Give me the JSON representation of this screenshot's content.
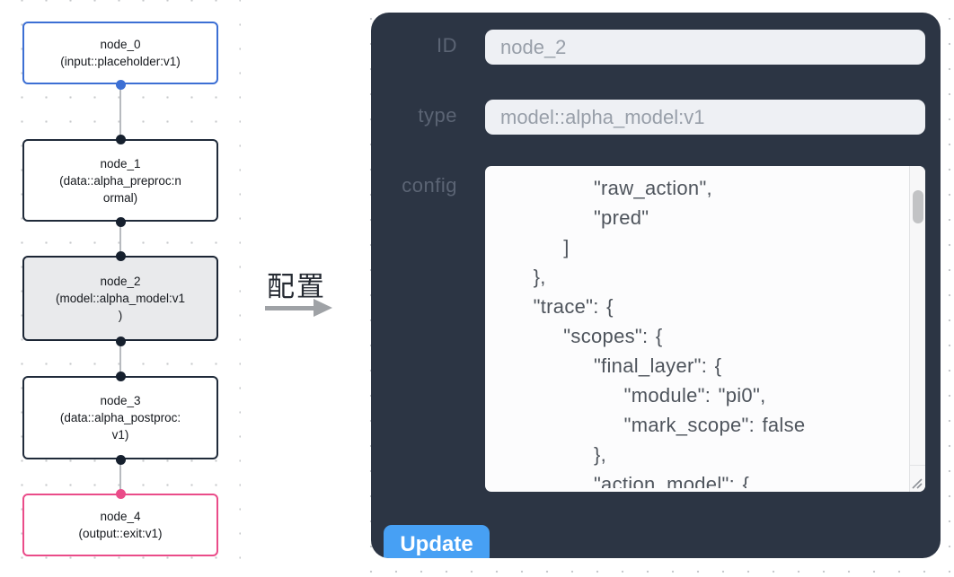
{
  "flow": {
    "nodes": [
      {
        "id": "node_0",
        "title": "node_0",
        "subtitle": "(input::placeholder:v1)",
        "accent": "#3c6fd4"
      },
      {
        "id": "node_1",
        "title": "node_1",
        "subtitle": "(data::alpha_preproc:n\normal)",
        "accent": "#202b3a"
      },
      {
        "id": "node_2",
        "title": "node_2",
        "subtitle": "(model::alpha_model:v1\n)",
        "accent": "#1b2534",
        "selected": true
      },
      {
        "id": "node_3",
        "title": "node_3",
        "subtitle": "(data::alpha_postproc:\nv1)",
        "accent": "#202b3a"
      },
      {
        "id": "node_4",
        "title": "node_4",
        "subtitle": "(output::exit:v1)",
        "accent": "#ea4c89"
      }
    ]
  },
  "transition": {
    "label": "配置"
  },
  "panel": {
    "id_label": "ID",
    "id_value": "node_2",
    "type_label": "type",
    "type_value": "model::alpha_model:v1",
    "config_label": "config",
    "config_text": "            \"raw_action\",\n            \"pred\"\n        ]\n    },\n    \"trace\": {\n        \"scopes\": {\n            \"final_layer\": {\n                \"module\": \"pi0\",\n                \"mark_scope\": false\n            },\n            \"action_model\": {",
    "update_label": "Update"
  },
  "colors": {
    "panel_bg": "#2c3544",
    "input_bg": "#eef0f4",
    "accent_blue": "#3c6fd4",
    "accent_pink": "#ea4c89",
    "button_blue": "#47a0f4",
    "node_border": "#202b3a",
    "edge_gray": "#b7babf"
  }
}
